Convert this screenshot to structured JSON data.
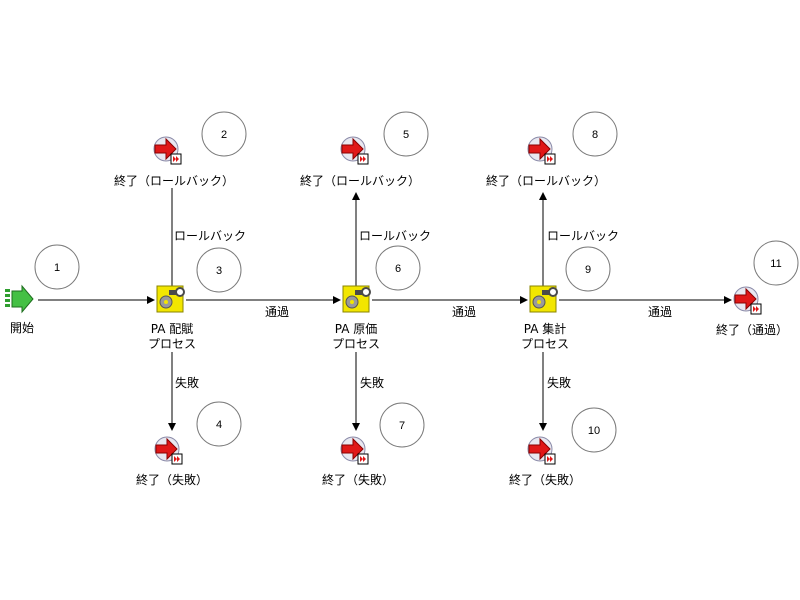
{
  "labels": {
    "start": "開始",
    "rollback_end": "終了（ロールバック）",
    "fail_end": "終了（失敗）",
    "pass_end": "終了（通過）",
    "proc1_line1": "PA 配賦",
    "proc2_line1": "PA 原価",
    "proc3_line1": "PA 集計",
    "proc_line2": "プロセス",
    "edge_pass": "通過",
    "edge_rollback": "ロールバック",
    "edge_fail": "失敗"
  },
  "numbers": {
    "n1": "1",
    "n2": "2",
    "n3": "3",
    "n4": "4",
    "n5": "5",
    "n6": "6",
    "n7": "7",
    "n8": "8",
    "n9": "9",
    "n10": "10",
    "n11": "11"
  },
  "colors": {
    "start_green": "#2f9e2f",
    "end_red": "#e01818",
    "process_yellow": "#f2e600"
  },
  "icons": {
    "start": "start-arrow-icon",
    "end": "end-arrow-icon",
    "process": "process-gear-icon"
  }
}
